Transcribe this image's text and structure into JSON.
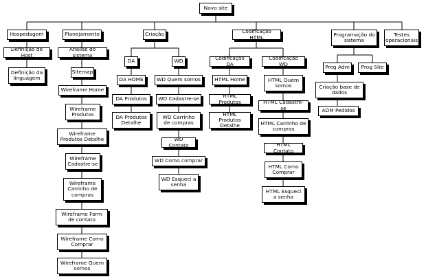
{
  "nodes": {
    "root": "Novo site",
    "hospedagem": "Hospedagem",
    "definicao_host": "Definição de Host",
    "definicao_linguagem": "Definição da linguagem",
    "planejamento": "Planejamento",
    "analise_sistema": "Analise do sistema",
    "sitemap": "Sitemap",
    "wf_home": "Wireframe Home",
    "wf_produtos": "Wireframe Produtos",
    "wf_produtos_detalhe": "Wireframe Produtos Detalhe",
    "wf_cadastre": "Wireframe Cadastre-se",
    "wf_carrinho": "Wireframe Carrinho de compras",
    "wf_form_contato": "Wireframe Form de contato",
    "wf_como_comprar": "Wireframe Como Comprar",
    "wf_quem_somos": "Wireframe Quem somos",
    "criacao": "Criação",
    "da": "DA",
    "da_home": "DA HOME",
    "da_produtos": "DA Produtos",
    "da_produtos_detalhe": "DA Produtos Detalhe",
    "wd": "WD",
    "wd_quem_somos": "WD Quem somos",
    "wd_cadastre": "WD Cadastre-se",
    "wd_carrinho": "WD Carrinho de compras",
    "wd_contato": "WD Contato",
    "wd_como_comprar": "WD  Como comprar",
    "wd_esqueci": "WD Esqueci a senha",
    "codificacao_html": "Codificação HTML",
    "cod_da": "Codificação DA",
    "html_home": "HTML Home",
    "html_produtos": "HTML Produtos",
    "html_produtos_detalhe": "HTML Produtos Detalhe",
    "cod_wd": "Codificação WD",
    "html_quem_somos": "HTML Quem somos",
    "html_cadastre": "HTML Cadastre-se",
    "html_carrinho": "HTML Carrinho de compras",
    "html_contato": "HTML Contato",
    "html_como_comprar": "HTML Como Comprar",
    "html_esqueci": "HTML Esqueci a senha",
    "programacao": "Programação do sistema",
    "prog_adm": "Prog Adm",
    "criacao_bd": "Criação base de dados",
    "adm_pedidos": "ADM Pedidos",
    "prog_site": "Prog Site",
    "testes": "Testes operacionais"
  }
}
